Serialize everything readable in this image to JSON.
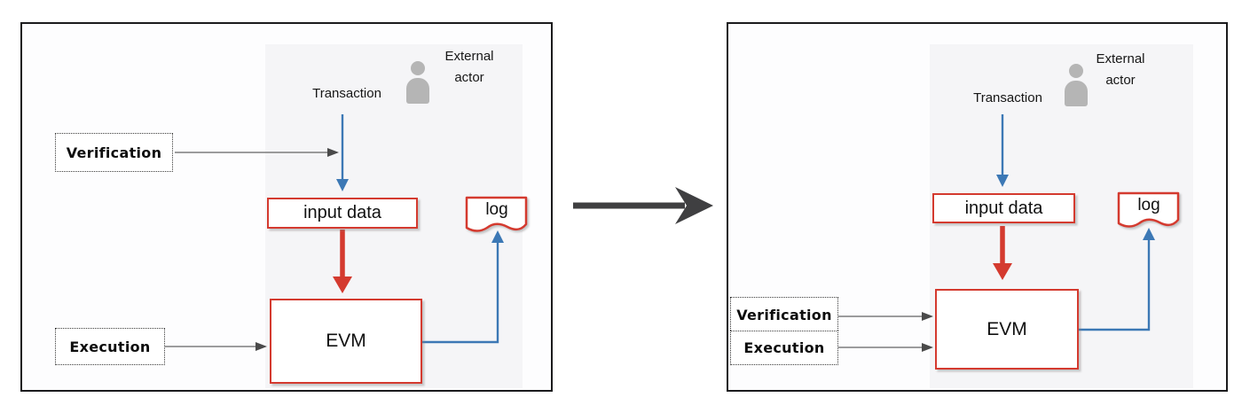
{
  "colors": {
    "red": "#d43a2f",
    "blue": "#3c78b5",
    "gray_arrow": "#7d7d7d",
    "transition_arrow": "#3f3f41",
    "actor_icon_gray": "#b5b5b5",
    "panel_border": "#1b1b1d",
    "inner_band": "#f5f5f7"
  },
  "panels": [
    {
      "labels": {
        "verification": "Verification",
        "execution": "Execution",
        "transaction": "Transaction",
        "external_actor_line1": "External",
        "external_actor_line2": "actor",
        "input_data": "input data",
        "evm": "EVM",
        "log": "log"
      }
    },
    {
      "labels": {
        "verification": "Verification",
        "execution": "Execution",
        "transaction": "Transaction",
        "external_actor_line1": "External",
        "external_actor_line2": "actor",
        "input_data": "input data",
        "evm": "EVM",
        "log": "log"
      }
    }
  ]
}
